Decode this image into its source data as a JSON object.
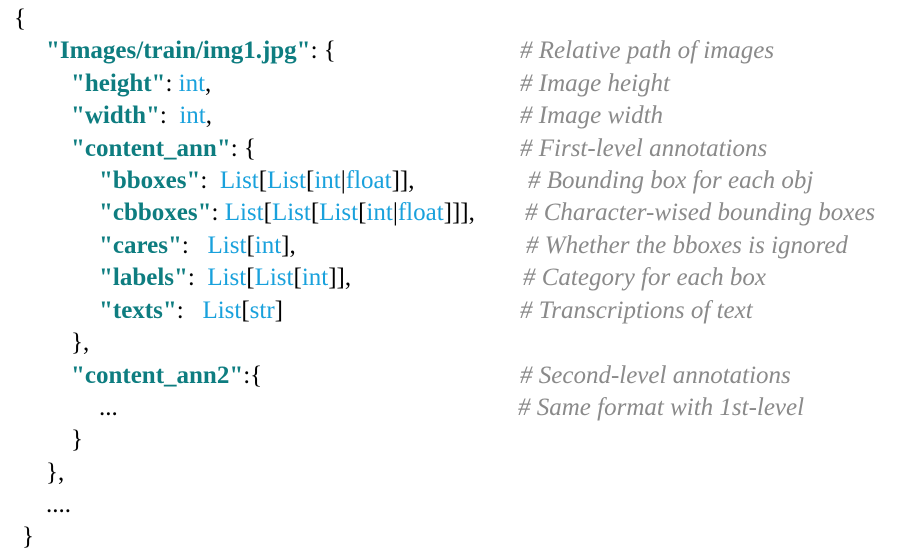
{
  "lines": [
    {
      "tokens": [
        {
          "t": "{",
          "c": "pun"
        }
      ],
      "comment": ""
    },
    {
      "tokens": [
        {
          "t": "\"Images/train/img1.jpg\"",
          "c": "key"
        },
        {
          "t": ": {",
          "c": "pun"
        }
      ],
      "comment": "# Relative path of images"
    },
    {
      "tokens": [
        {
          "t": "\"height\"",
          "c": "key"
        },
        {
          "t": ": ",
          "c": "pun"
        },
        {
          "t": "int",
          "c": "typ"
        },
        {
          "t": ",",
          "c": "pun"
        }
      ],
      "comment": "# Image height"
    },
    {
      "tokens": [
        {
          "t": "\"width\"",
          "c": "key"
        },
        {
          "t": ":  ",
          "c": "pun"
        },
        {
          "t": "int",
          "c": "typ"
        },
        {
          "t": ",",
          "c": "pun"
        }
      ],
      "comment": "# Image width"
    },
    {
      "tokens": [
        {
          "t": "\"content_ann\"",
          "c": "key"
        },
        {
          "t": ": {",
          "c": "pun"
        }
      ],
      "comment": "# First-level annotations"
    },
    {
      "tokens": [
        {
          "t": "\"bboxes\"",
          "c": "key"
        },
        {
          "t": ":  ",
          "c": "pun"
        },
        {
          "t": "List",
          "c": "typ"
        },
        {
          "t": "[",
          "c": "pun"
        },
        {
          "t": "List",
          "c": "typ"
        },
        {
          "t": "[",
          "c": "pun"
        },
        {
          "t": "int",
          "c": "typ"
        },
        {
          "t": "|",
          "c": "pun"
        },
        {
          "t": "float",
          "c": "typ"
        },
        {
          "t": "]],",
          "c": "pun"
        }
      ],
      "comment": "# Bounding box for each obj"
    },
    {
      "tokens": [
        {
          "t": "\"cbboxes\"",
          "c": "key"
        },
        {
          "t": ": ",
          "c": "pun"
        },
        {
          "t": "List",
          "c": "typ"
        },
        {
          "t": "[",
          "c": "pun"
        },
        {
          "t": "List",
          "c": "typ"
        },
        {
          "t": "[",
          "c": "pun"
        },
        {
          "t": "List",
          "c": "typ"
        },
        {
          "t": "[",
          "c": "pun"
        },
        {
          "t": "int",
          "c": "typ"
        },
        {
          "t": "|",
          "c": "pun"
        },
        {
          "t": "float",
          "c": "typ"
        },
        {
          "t": "]]],",
          "c": "pun"
        }
      ],
      "comment": "# Character-wised bounding boxes"
    },
    {
      "tokens": [
        {
          "t": "\"cares\"",
          "c": "key"
        },
        {
          "t": ":   ",
          "c": "pun"
        },
        {
          "t": "List",
          "c": "typ"
        },
        {
          "t": "[",
          "c": "pun"
        },
        {
          "t": "int",
          "c": "typ"
        },
        {
          "t": "],",
          "c": "pun"
        }
      ],
      "comment": "# Whether the bboxes is ignored"
    },
    {
      "tokens": [
        {
          "t": "\"labels\"",
          "c": "key"
        },
        {
          "t": ":  ",
          "c": "pun"
        },
        {
          "t": "List",
          "c": "typ"
        },
        {
          "t": "[",
          "c": "pun"
        },
        {
          "t": "List",
          "c": "typ"
        },
        {
          "t": "[",
          "c": "pun"
        },
        {
          "t": "int",
          "c": "typ"
        },
        {
          "t": "]],",
          "c": "pun"
        }
      ],
      "comment": "# Category for each box"
    },
    {
      "tokens": [
        {
          "t": "\"texts\"",
          "c": "key"
        },
        {
          "t": ":   ",
          "c": "pun"
        },
        {
          "t": "List",
          "c": "typ"
        },
        {
          "t": "[",
          "c": "pun"
        },
        {
          "t": "str",
          "c": "typ"
        },
        {
          "t": "]",
          "c": "pun"
        }
      ],
      "comment": "# Transcriptions of text"
    },
    {
      "tokens": [
        {
          "t": "},",
          "c": "pun"
        }
      ],
      "comment": ""
    },
    {
      "tokens": [
        {
          "t": "\"content_ann2\"",
          "c": "key"
        },
        {
          "t": ":{",
          "c": "pun"
        }
      ],
      "comment": "# Second-level annotations"
    },
    {
      "tokens": [
        {
          "t": "...",
          "c": "pun"
        }
      ],
      "comment": "# Same format with 1st-level"
    },
    {
      "tokens": [
        {
          "t": "}",
          "c": "pun"
        }
      ],
      "comment": ""
    },
    {
      "tokens": [
        {
          "t": "},",
          "c": "pun"
        }
      ],
      "comment": ""
    },
    {
      "tokens": [
        {
          "t": "....",
          "c": "pun"
        }
      ],
      "comment": ""
    },
    {
      "tokens": [
        {
          "t": "}",
          "c": "pun"
        }
      ],
      "comment": ""
    }
  ],
  "colors": {
    "key": "#0e7d80",
    "type": "#19a1dc",
    "comment": "#8a8a8a",
    "punctuation": "#000000"
  }
}
